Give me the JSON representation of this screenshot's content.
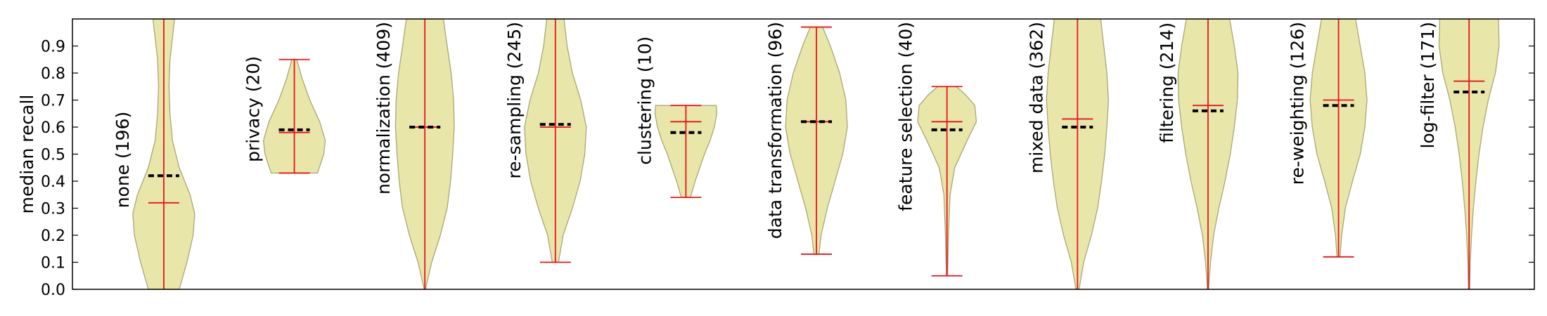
{
  "chart_data": {
    "type": "violin",
    "title": "",
    "xlabel": "",
    "ylabel": "median recall",
    "ylim": [
      0.0,
      1.0
    ],
    "yticks": [
      0.0,
      0.1,
      0.2,
      0.3,
      0.4,
      0.5,
      0.6,
      0.7,
      0.8,
      0.9
    ],
    "ytick_labels": [
      "0.0",
      "0.1",
      "0.2",
      "0.3",
      "0.4",
      "0.5",
      "0.6",
      "0.7",
      "0.8",
      "0.9"
    ],
    "grid": false,
    "colors": {
      "violin_fill": "#e8e6a8",
      "violin_edge": "#a8a878",
      "whisker": "#e8141c",
      "mean_marker": "#000000"
    },
    "series": [
      {
        "label": "none (196)",
        "min": 0.0,
        "max": 1.0,
        "median": 0.32,
        "mean": 0.42,
        "profile": [
          [
            0.0,
            0.5
          ],
          [
            0.1,
            0.75
          ],
          [
            0.2,
            0.95
          ],
          [
            0.28,
            1.0
          ],
          [
            0.35,
            0.85
          ],
          [
            0.45,
            0.5
          ],
          [
            0.55,
            0.28
          ],
          [
            0.65,
            0.2
          ],
          [
            0.75,
            0.17
          ],
          [
            0.85,
            0.2
          ],
          [
            0.95,
            0.3
          ],
          [
            1.0,
            0.35
          ]
        ]
      },
      {
        "label": "privacy (20)",
        "min": 0.43,
        "max": 0.85,
        "median": 0.58,
        "mean": 0.59,
        "profile": [
          [
            0.43,
            0.75
          ],
          [
            0.5,
            0.95
          ],
          [
            0.55,
            1.0
          ],
          [
            0.62,
            0.82
          ],
          [
            0.7,
            0.5
          ],
          [
            0.78,
            0.25
          ],
          [
            0.85,
            0.08
          ]
        ]
      },
      {
        "label": "normalization (409)",
        "min": 0.0,
        "max": 1.0,
        "median": 0.6,
        "mean": 0.6,
        "profile": [
          [
            0.0,
            0.02
          ],
          [
            0.1,
            0.22
          ],
          [
            0.2,
            0.5
          ],
          [
            0.3,
            0.72
          ],
          [
            0.4,
            0.83
          ],
          [
            0.5,
            0.9
          ],
          [
            0.6,
            0.95
          ],
          [
            0.7,
            0.93
          ],
          [
            0.8,
            0.85
          ],
          [
            0.9,
            0.72
          ],
          [
            1.0,
            0.6
          ]
        ]
      },
      {
        "label": "re-sampling (245)",
        "min": 0.1,
        "max": 1.0,
        "median": 0.6,
        "mean": 0.61,
        "profile": [
          [
            0.1,
            0.1
          ],
          [
            0.2,
            0.25
          ],
          [
            0.3,
            0.55
          ],
          [
            0.4,
            0.8
          ],
          [
            0.5,
            0.95
          ],
          [
            0.6,
            1.0
          ],
          [
            0.7,
            0.82
          ],
          [
            0.8,
            0.55
          ],
          [
            0.9,
            0.38
          ],
          [
            1.0,
            0.28
          ]
        ]
      },
      {
        "label": "clustering (10)",
        "min": 0.34,
        "max": 0.68,
        "median": 0.62,
        "mean": 0.58,
        "profile": [
          [
            0.34,
            0.15
          ],
          [
            0.4,
            0.3
          ],
          [
            0.45,
            0.45
          ],
          [
            0.5,
            0.6
          ],
          [
            0.55,
            0.78
          ],
          [
            0.6,
            0.92
          ],
          [
            0.65,
            1.0
          ],
          [
            0.68,
            0.98
          ]
        ]
      },
      {
        "label": "data transformation (96)",
        "min": 0.13,
        "max": 0.97,
        "median": 0.62,
        "mean": 0.62,
        "profile": [
          [
            0.13,
            0.08
          ],
          [
            0.2,
            0.15
          ],
          [
            0.3,
            0.35
          ],
          [
            0.4,
            0.6
          ],
          [
            0.5,
            0.85
          ],
          [
            0.6,
            1.0
          ],
          [
            0.7,
            0.95
          ],
          [
            0.8,
            0.75
          ],
          [
            0.9,
            0.45
          ],
          [
            0.97,
            0.2
          ]
        ]
      },
      {
        "label": "feature selection (40)",
        "min": 0.05,
        "max": 0.75,
        "median": 0.62,
        "mean": 0.59,
        "profile": [
          [
            0.05,
            0.02
          ],
          [
            0.2,
            0.05
          ],
          [
            0.35,
            0.1
          ],
          [
            0.45,
            0.25
          ],
          [
            0.55,
            0.65
          ],
          [
            0.62,
            0.95
          ],
          [
            0.68,
            0.9
          ],
          [
            0.72,
            0.6
          ],
          [
            0.75,
            0.3
          ]
        ]
      },
      {
        "label": "mixed data (362)",
        "min": 0.0,
        "max": 1.0,
        "median": 0.63,
        "mean": 0.6,
        "profile": [
          [
            0.0,
            0.05
          ],
          [
            0.1,
            0.2
          ],
          [
            0.2,
            0.45
          ],
          [
            0.3,
            0.65
          ],
          [
            0.4,
            0.78
          ],
          [
            0.5,
            0.88
          ],
          [
            0.6,
            0.95
          ],
          [
            0.7,
            1.0
          ],
          [
            0.8,
            0.95
          ],
          [
            0.9,
            0.85
          ],
          [
            1.0,
            0.75
          ]
        ]
      },
      {
        "label": "filtering (214)",
        "min": 0.0,
        "max": 1.0,
        "median": 0.68,
        "mean": 0.66,
        "profile": [
          [
            0.0,
            0.02
          ],
          [
            0.1,
            0.08
          ],
          [
            0.2,
            0.18
          ],
          [
            0.3,
            0.35
          ],
          [
            0.4,
            0.55
          ],
          [
            0.5,
            0.72
          ],
          [
            0.6,
            0.85
          ],
          [
            0.7,
            0.95
          ],
          [
            0.8,
            0.97
          ],
          [
            0.9,
            0.85
          ],
          [
            1.0,
            0.7
          ]
        ]
      },
      {
        "label": "re-weighting (126)",
        "min": 0.12,
        "max": 1.0,
        "median": 0.7,
        "mean": 0.68,
        "profile": [
          [
            0.12,
            0.05
          ],
          [
            0.2,
            0.1
          ],
          [
            0.3,
            0.22
          ],
          [
            0.4,
            0.45
          ],
          [
            0.5,
            0.7
          ],
          [
            0.6,
            0.85
          ],
          [
            0.7,
            0.92
          ],
          [
            0.8,
            0.85
          ],
          [
            0.9,
            0.7
          ],
          [
            1.0,
            0.55
          ]
        ]
      },
      {
        "label": "log-filter (171)",
        "min": 0.0,
        "max": 1.0,
        "median": 0.77,
        "mean": 0.73,
        "profile": [
          [
            0.0,
            0.02
          ],
          [
            0.1,
            0.04
          ],
          [
            0.2,
            0.08
          ],
          [
            0.3,
            0.14
          ],
          [
            0.4,
            0.22
          ],
          [
            0.5,
            0.32
          ],
          [
            0.6,
            0.45
          ],
          [
            0.7,
            0.62
          ],
          [
            0.8,
            0.85
          ],
          [
            0.9,
            0.97
          ],
          [
            1.0,
            0.95
          ]
        ]
      }
    ]
  }
}
